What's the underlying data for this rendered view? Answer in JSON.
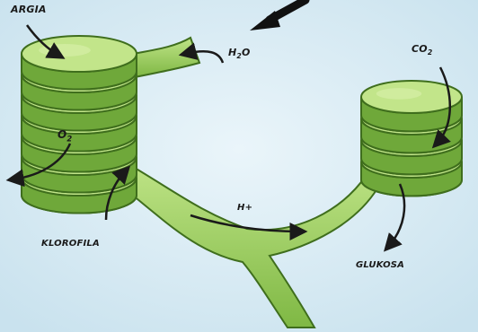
{
  "labels": {
    "argia": "ARGIA",
    "h2o_main": "H",
    "h2o_sub": "2",
    "h2o_tail": "O",
    "co2_main": "CO",
    "co2_sub": "2",
    "o2_main": "O",
    "o2_sub": "2",
    "h_plus": "H+",
    "klorofila": "KLOROFILA",
    "glukosa": "GLUKOSA"
  },
  "colors": {
    "background": "#d9ecf4",
    "disk_fill": "#a8d66b",
    "disk_top": "#c2e58a",
    "disk_dark": "#6fa83a",
    "outline": "#3f6e1d",
    "arrow": "#1a1a1a"
  },
  "icons": [
    "big-arrow-icon",
    "arrow-icon"
  ]
}
